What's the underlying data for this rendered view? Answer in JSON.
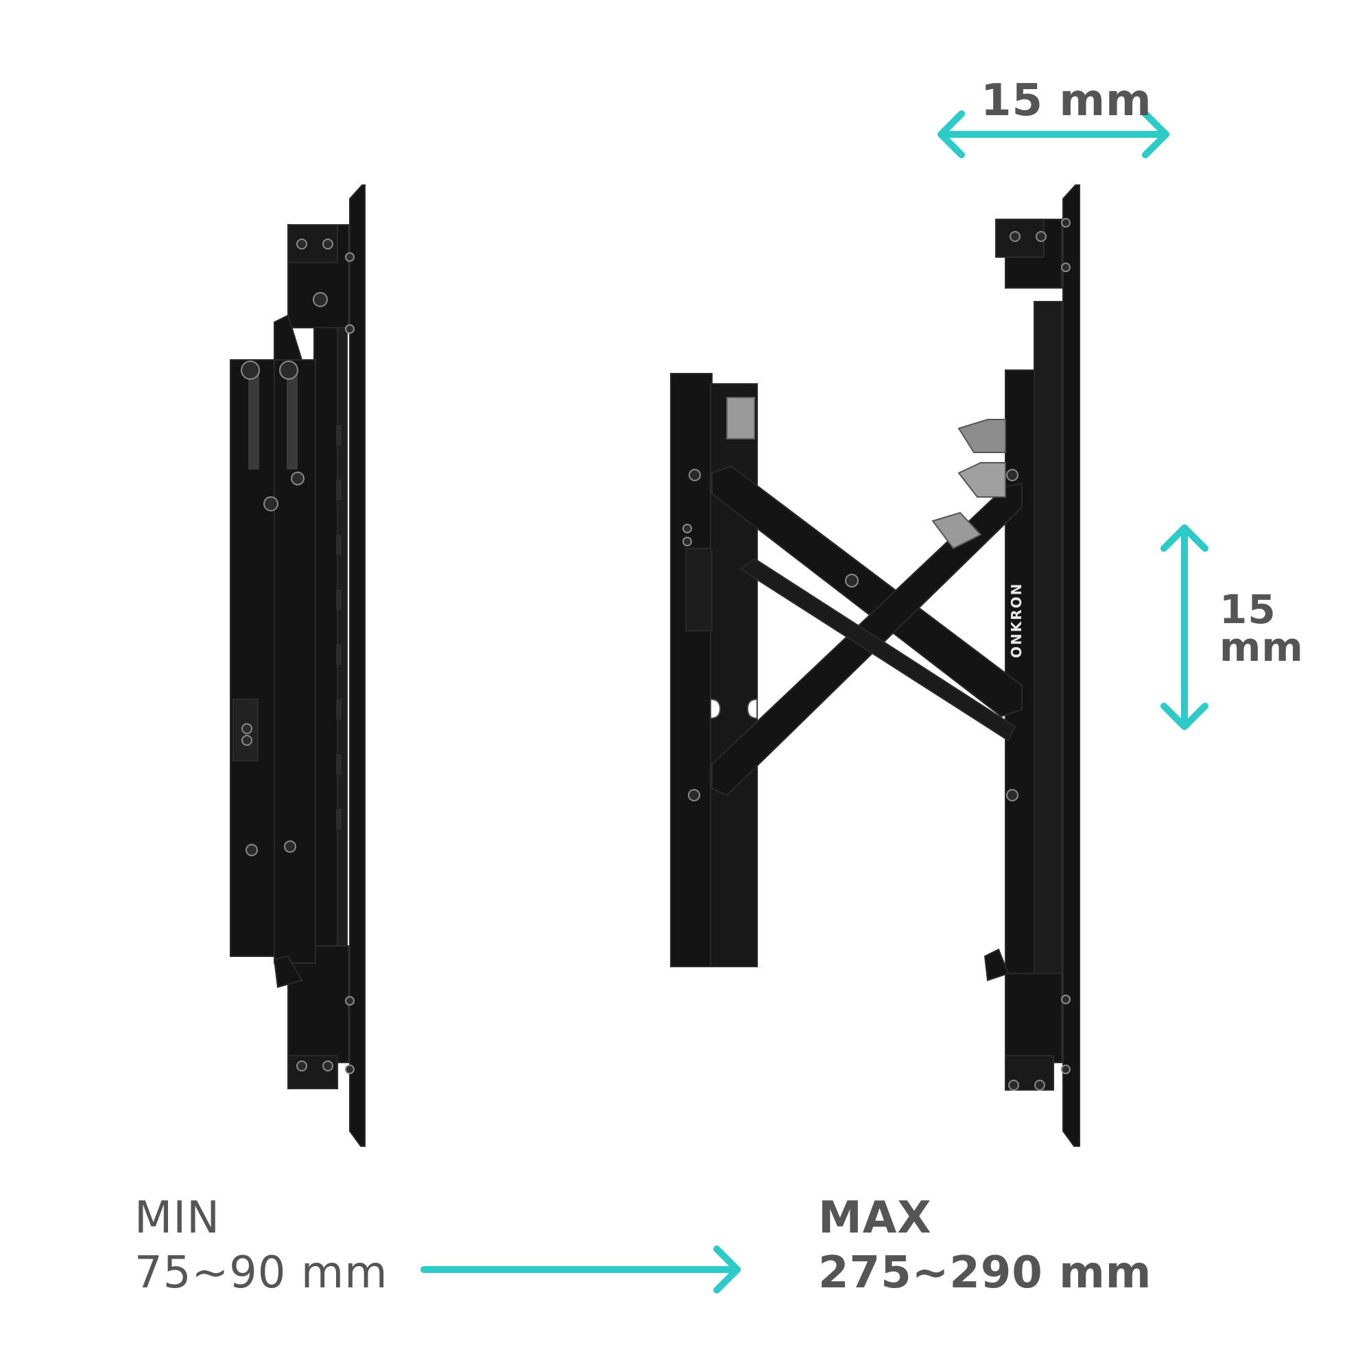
{
  "colors": {
    "accent": "#2ccbc8",
    "text": "#555555",
    "product": "#141414",
    "background": "#ffffff"
  },
  "annotations": {
    "horizontal_adjust": {
      "label": "15 mm",
      "icon": "double-arrow-horizontal"
    },
    "vertical_adjust": {
      "line1": "15",
      "line2": "mm",
      "icon": "double-arrow-vertical"
    },
    "min": {
      "title": "MIN",
      "value": "75~90 mm"
    },
    "max": {
      "title": "MAX",
      "value": "275~290 mm"
    },
    "transition_arrow": {
      "icon": "arrow-right"
    }
  },
  "product": {
    "brand": "ONKRON",
    "views": [
      {
        "name": "collapsed",
        "caption": "MIN"
      },
      {
        "name": "extended",
        "caption": "MAX"
      }
    ]
  }
}
